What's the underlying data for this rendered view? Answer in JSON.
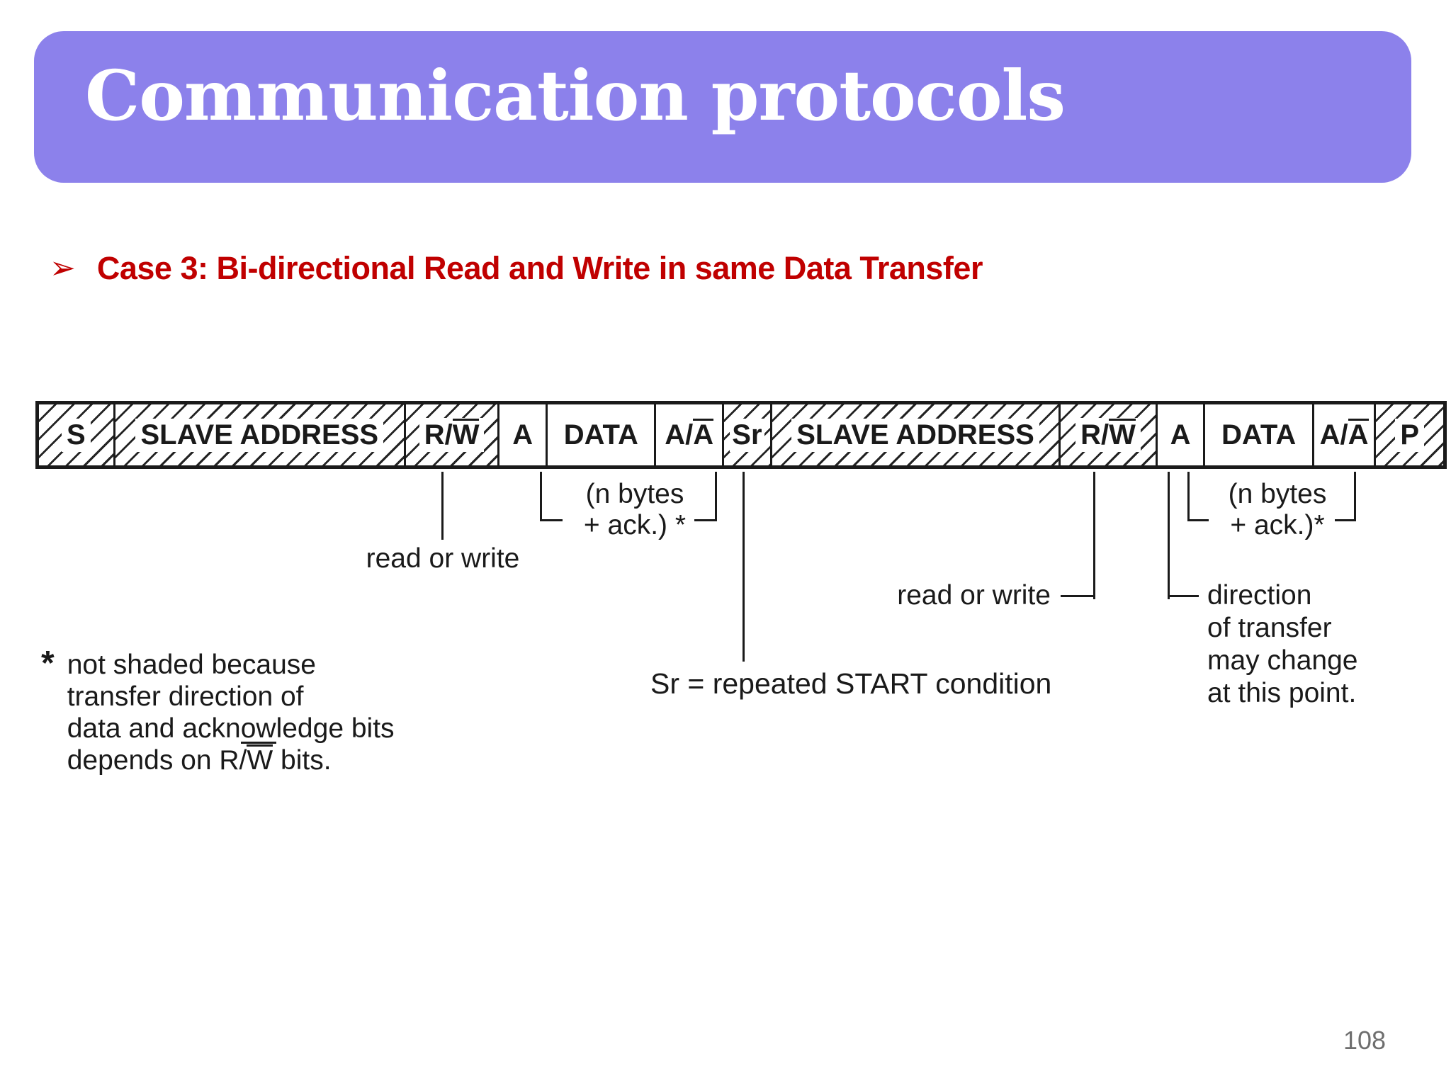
{
  "slide": {
    "title": "Communication protocols",
    "bullet_icon": "➢",
    "bullet": "Case 3: Bi-directional Read and Write in same Data Transfer",
    "page_number": "108"
  },
  "colors": {
    "header_bg": "#8C81EB",
    "header_text": "#FFFFFF",
    "bullet_text": "#C00000",
    "diagram_ink": "#1A1A1A",
    "page_number": "#6E6E6E"
  },
  "diagram": {
    "frame_cells": [
      {
        "pre": "S",
        "ov": "",
        "hatched": true
      },
      {
        "pre": "SLAVE ADDRESS",
        "ov": "",
        "hatched": true
      },
      {
        "pre": "R/",
        "ov": "W",
        "hatched": true
      },
      {
        "pre": "A",
        "ov": "",
        "hatched": false
      },
      {
        "pre": "DATA",
        "ov": "",
        "hatched": false
      },
      {
        "pre": "A/",
        "ov": "A",
        "hatched": false
      },
      {
        "pre": "Sr",
        "ov": "",
        "hatched": true
      },
      {
        "pre": "SLAVE ADDRESS",
        "ov": "",
        "hatched": true
      },
      {
        "pre": "R/",
        "ov": "W",
        "hatched": true
      },
      {
        "pre": "A",
        "ov": "",
        "hatched": false
      },
      {
        "pre": "DATA",
        "ov": "",
        "hatched": false
      },
      {
        "pre": "A/",
        "ov": "A",
        "hatched": false
      },
      {
        "pre": "P",
        "ov": "",
        "hatched": true
      }
    ],
    "annotations": {
      "read_or_write_1": "read or write",
      "bracket_1_line_1": "(n bytes",
      "bracket_1_line_2": "+ ack.) *",
      "sr_note": "Sr = repeated START condition",
      "read_or_write_2": "read or write",
      "bracket_2_line_1": "(n bytes",
      "bracket_2_line_2": "+ ack.)*",
      "direction_note_lines": [
        "direction",
        "of transfer",
        "may change",
        "at this point."
      ],
      "footnote_marker": "*",
      "footnote_line_1": "not shaded because",
      "footnote_line_2": "transfer direction of",
      "footnote_line_3_pre": "data and ackn",
      "footnote_line_3_underlined": "ow",
      "footnote_line_3_post": "ledge bits",
      "footnote_line_4_pre": "depends on R/",
      "footnote_line_4_overlined": "W",
      "footnote_line_4_post": " bits."
    }
  }
}
